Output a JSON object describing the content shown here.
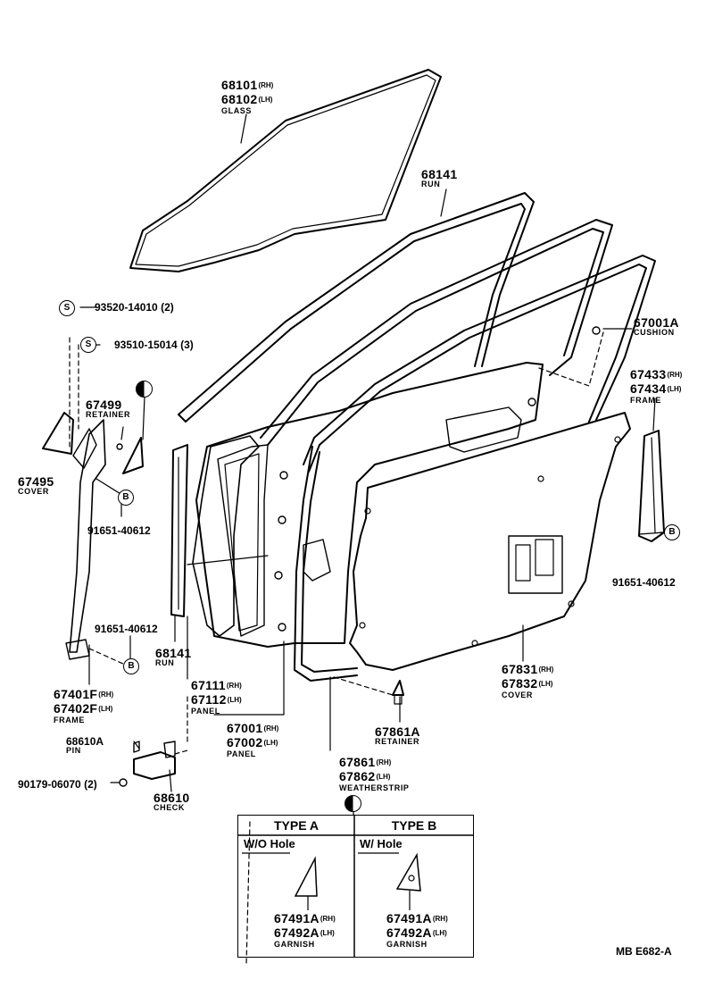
{
  "parts": {
    "glass": {
      "pn1": "68101",
      "s1": "(RH)",
      "pn2": "68102",
      "s2": "(LH)",
      "name": "GLASS"
    },
    "run_top": {
      "pn": "68141",
      "name": "RUN"
    },
    "cushion": {
      "pn": "67001A",
      "name": "CUSHION"
    },
    "frame_rear": {
      "pn1": "67433",
      "s1": "(RH)",
      "pn2": "67434",
      "s2": "(LH)",
      "name": "FRAME"
    },
    "screw1": {
      "sym": "S",
      "pn": "93520-14010 (2)"
    },
    "screw2": {
      "sym": "S",
      "pn": "93510-15014 (3)"
    },
    "retainer": {
      "pn": "67499",
      "name": "RETAINER"
    },
    "cover_front": {
      "pn": "67495",
      "name": "COVER"
    },
    "bolt_b1": {
      "sym": "B",
      "pn": "91651-40612"
    },
    "bolt_b2": {
      "sym": "B",
      "pn": "91651-40612"
    },
    "bolt_b3": {
      "sym": "B",
      "pn": "91651-40612"
    },
    "run_front": {
      "pn": "68141",
      "name": "RUN"
    },
    "panel_outer": {
      "pn1": "67111",
      "s1": "(RH)",
      "pn2": "67112",
      "s2": "(LH)",
      "name": "PANEL"
    },
    "frame_front": {
      "pn1": "67401F",
      "s1": "(RH)",
      "pn2": "67402F",
      "s2": "(LH)",
      "name": "FRAME"
    },
    "pin": {
      "pn": "68610A",
      "name": "PIN"
    },
    "bolt_check": {
      "pn": "90179-06070 (2)"
    },
    "check": {
      "pn": "68610",
      "name": "CHECK"
    },
    "panel_inner": {
      "pn1": "67001",
      "s1": "(RH)",
      "pn2": "67002",
      "s2": "(LH)",
      "name": "PANEL"
    },
    "retainer_ws": {
      "pn": "67861A",
      "name": "RETAINER"
    },
    "weatherstrip": {
      "pn1": "67861",
      "s1": "(RH)",
      "pn2": "67862",
      "s2": "(LH)",
      "name": "WEATHERSTRIP"
    },
    "cover_rear": {
      "pn1": "67831",
      "s1": "(RH)",
      "pn2": "67832",
      "s2": "(LH)",
      "name": "COVER"
    }
  },
  "legend": {
    "type_a": "TYPE  A",
    "type_b": "TYPE  B",
    "sub_a": "W/O  Hole",
    "sub_b": "W/  Hole",
    "garnish_a": {
      "pn1": "67491A",
      "s1": "(RH)",
      "pn2": "67492A",
      "s2": "(LH)",
      "name": "GARNISH"
    },
    "garnish_b": {
      "pn1": "67491A",
      "s1": "(RH)",
      "pn2": "67492A",
      "s2": "(LH)",
      "name": "GARNISH"
    }
  },
  "drawing_code": "MB  E682-A"
}
